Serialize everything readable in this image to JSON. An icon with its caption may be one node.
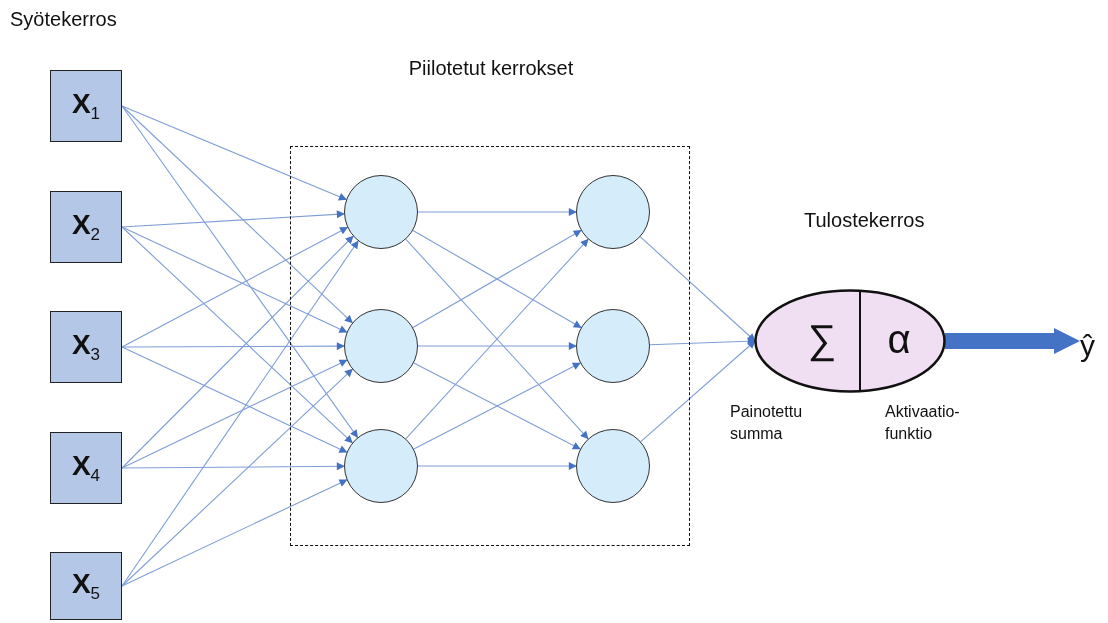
{
  "diagram": {
    "nodes": [
      {
        "text": [
          "X$_{1}$"
        ]
      },
      {
        "text": [
          "X$_{2}$"
        ]
      },
      {
        "text": [
          "X$_{3}$"
        ]
      },
      {
        "text": [
          "X$_{4}$"
        ]
      },
      {
        "text": [
          "X$_{5}$"
        ]
      },
      {
        "text": [
          "Piilotetut kerrokset"
        ]
      },
      {
        "text": [],
        "shape": "circle",
        "in": 5
      },
      {
        "text": [],
        "shape": "circle",
        "in": 5
      },
      {
        "text": [],
        "shape": "circle",
        "in": 5
      },
      {
        "text": [],
        "shape": "circle",
        "in": 5
      },
      {
        "text": [],
        "shape": "circle",
        "in": 5
      },
      {
        "text": [],
        "shape": "circle",
        "in": 5
      },
      {
        "text": [
          "Tulostekerros",
          "∑",
          "α"
        ],
        "beside": [
          "Painotettu summa",
          "Aktivaatio- funktio"
        ]
      },
      {
        "text": [
          "ŷ"
        ]
      }
    ],
    "edges": [
      {
        "from": 0,
        "to": 6,
        "arrow": "to"
      },
      {
        "from": 0,
        "to": 7,
        "arrow": "to"
      },
      {
        "from": 0,
        "to": 8,
        "arrow": "to"
      },
      {
        "from": 1,
        "to": 6,
        "arrow": "to"
      },
      {
        "from": 1,
        "to": 7,
        "arrow": "to"
      },
      {
        "from": 1,
        "to": 8,
        "arrow": "to"
      },
      {
        "from": 2,
        "to": 6,
        "arrow": "to"
      },
      {
        "from": 2,
        "to": 7,
        "arrow": "to"
      },
      {
        "from": 2,
        "to": 8,
        "arrow": "to"
      },
      {
        "from": 3,
        "to": 6,
        "arrow": "to"
      },
      {
        "from": 3,
        "to": 7,
        "arrow": "to"
      },
      {
        "from": 3,
        "to": 8,
        "arrow": "to"
      },
      {
        "from": 4,
        "to": 6,
        "arrow": "to"
      },
      {
        "from": 4,
        "to": 7,
        "arrow": "to"
      },
      {
        "from": 4,
        "to": 8,
        "arrow": "to"
      },
      {
        "from": 6,
        "to": 9,
        "arrow": "to"
      },
      {
        "from": 6,
        "to": 10,
        "arrow": "to"
      },
      {
        "from": 6,
        "to": 11,
        "arrow": "to"
      },
      {
        "from": 7,
        "to": 9,
        "arrow": "to"
      },
      {
        "from": 7,
        "to": 10,
        "arrow": "to"
      },
      {
        "from": 7,
        "to": 11,
        "arrow": "to"
      },
      {
        "from": 8,
        "to": 9,
        "arrow": "to"
      },
      {
        "from": 8,
        "to": 10,
        "arrow": "to"
      },
      {
        "from": 8,
        "to": 11,
        "arrow": "to"
      },
      {
        "from": 9,
        "to": 12,
        "arrow": "to"
      },
      {
        "from": 10,
        "to": 12,
        "arrow": "to"
      },
      {
        "from": 11,
        "to": 12,
        "arrow": "to"
      },
      {
        "from": 12,
        "to": 13,
        "arrow": "to",
        "style": "thick",
        "color": "#4472c4"
      }
    ],
    "labels": [
      "Syötekerros"
    ]
  }
}
